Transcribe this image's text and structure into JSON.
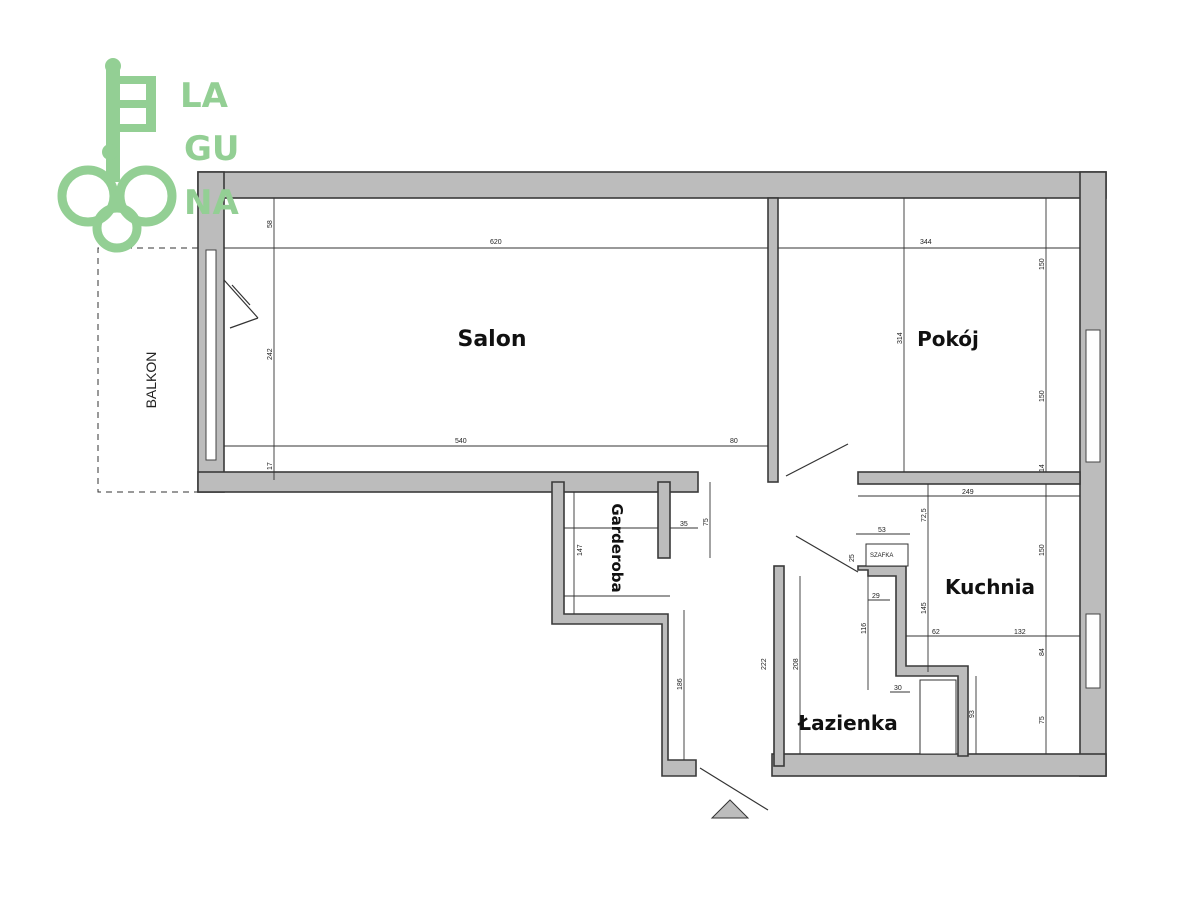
{
  "logo": {
    "letters": [
      "LA",
      "GU",
      "NA"
    ],
    "color": "#93cf94"
  },
  "rooms": {
    "salon": "Salon",
    "pokoj": "Pokój",
    "kuchnia": "Kuchnia",
    "lazienka": "Łazienka",
    "garderoba": "Garderoba",
    "balkon": "BALKON",
    "szafka": "SZAFKA"
  },
  "dimensions": {
    "salon_width_top": "620",
    "salon_width_bottom_a": "540",
    "salon_width_bottom_b": "80",
    "salon_height": "242",
    "salon_top_gap": "58",
    "salon_bottom_gap": "17",
    "pokoj_width": "344",
    "pokoj_height": "314",
    "pokoj_upper": "150",
    "pokoj_lower": "150",
    "pokoj_bottom": "14",
    "kuchnia_width": "249",
    "kuchnia_right_150": "150",
    "kuchnia_725": "72,5",
    "kuchnia_145": "145",
    "kuchnia_62": "62",
    "kuchnia_132": "132",
    "kuchnia_84": "84",
    "kuchnia_75": "75",
    "kuchnia_93": "93",
    "szafka_53": "53",
    "szafka_25": "25",
    "lazienka_29": "29",
    "lazienka_116": "116",
    "lazienka_30": "30",
    "lazienka_208": "208",
    "lazienka_222": "222",
    "garderoba_147": "147",
    "garderoba_35": "35",
    "garderoba_75": "75",
    "hall_186": "186"
  }
}
